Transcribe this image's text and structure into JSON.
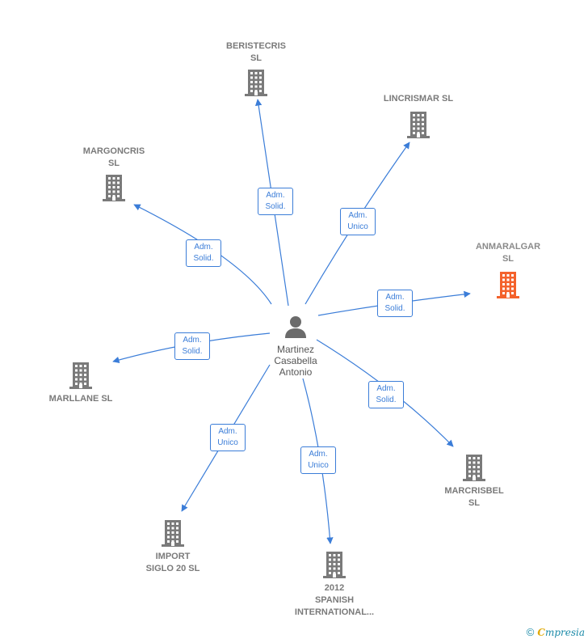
{
  "colors": {
    "edge": "#3b7dd8",
    "company": "#7a7a7a",
    "highlight": "#f4622c",
    "person": "#6b6b6b"
  },
  "person": {
    "label": "Martinez\nCasabella\nAntonio",
    "icon": "person-icon"
  },
  "companies": [
    {
      "id": "beristecris",
      "label": "BERISTECRIS\nSL",
      "highlight": false
    },
    {
      "id": "lincrismar",
      "label": "LINCRISMAR SL",
      "highlight": false
    },
    {
      "id": "margoncris",
      "label": "MARGONCRIS\nSL",
      "highlight": false
    },
    {
      "id": "anmaralgar",
      "label": "ANMARALGAR\nSL",
      "highlight": true
    },
    {
      "id": "marllane",
      "label": "MARLLANE SL",
      "highlight": false
    },
    {
      "id": "marcrisbel",
      "label": "MARCRISBEL\nSL",
      "highlight": false
    },
    {
      "id": "import-siglo",
      "label": "IMPORT\nSIGLO 20 SL",
      "highlight": false
    },
    {
      "id": "spanish-intl",
      "label": "2012\nSPANISH\nINTERNATIONAL...",
      "highlight": false
    }
  ],
  "edges": [
    {
      "to": "beristecris",
      "label": "Adm.\nSolid."
    },
    {
      "to": "lincrismar",
      "label": "Adm.\nUnico"
    },
    {
      "to": "margoncris",
      "label": "Adm.\nSolid."
    },
    {
      "to": "anmaralgar",
      "label": "Adm.\nSolid."
    },
    {
      "to": "marllane",
      "label": "Adm.\nSolid."
    },
    {
      "to": "marcrisbel",
      "label": "Adm.\nSolid."
    },
    {
      "to": "import-siglo",
      "label": "Adm.\nUnico"
    },
    {
      "to": "spanish-intl",
      "label": "Adm.\nUnico"
    }
  ],
  "footer": {
    "copyright": "©",
    "brand_initial": "C",
    "brand_rest": "mpresia"
  }
}
